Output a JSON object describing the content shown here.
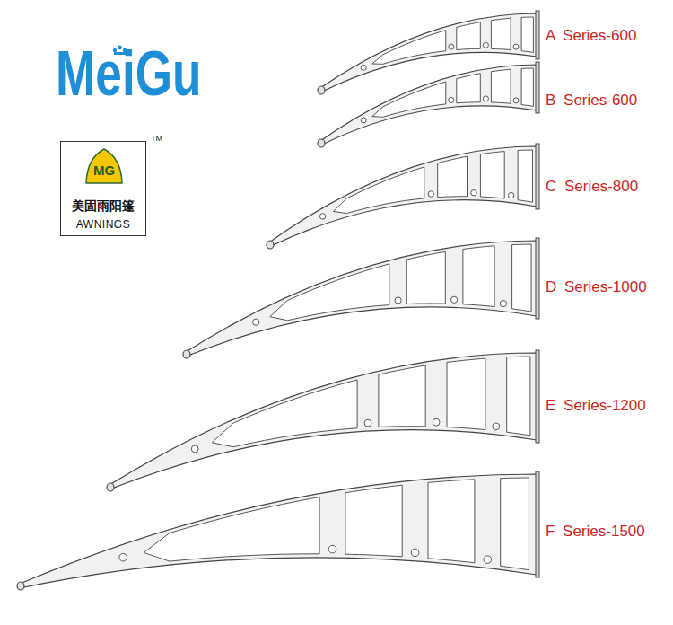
{
  "diagram": {
    "nodes": [
      {
        "text": [
          "美固雨阳篷",
          "AWNINGS"
        ]
      },
      {
        "text": [
          "MG"
        ],
        "in": 0
      }
    ],
    "labels": [
      "MeiGu",
      "TM",
      "A Series-600",
      "B Series-600",
      "C Series-800",
      "D Series-1000",
      "E Series-1200",
      "F Series-1500"
    ]
  }
}
